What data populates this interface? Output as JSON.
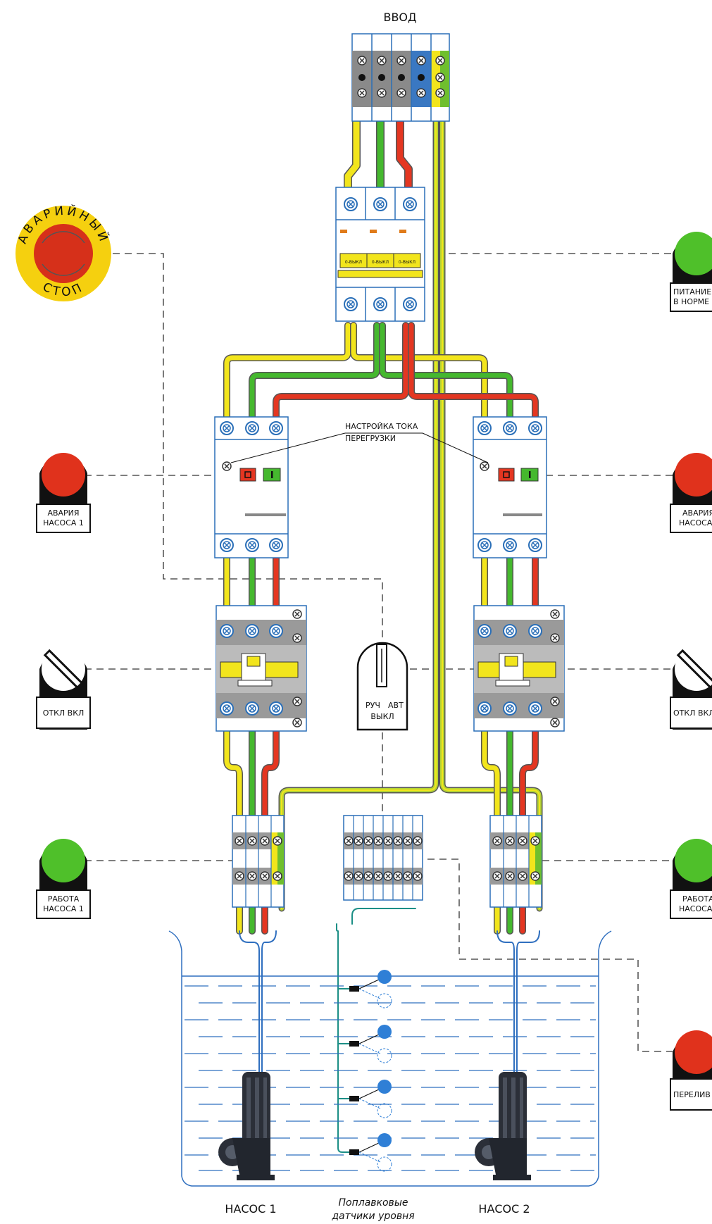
{
  "title": "ВВОД",
  "emergency_stop": {
    "text_top": "АВАРИЙНЫЙ",
    "text_bottom": "СТОП"
  },
  "overload_setting": {
    "line1": "НАСТРОЙКА ТОКА",
    "line2": "ПЕРЕГРУЗКИ"
  },
  "breaker_labels": [
    "0-ВЫКЛ",
    "0-ВЫКЛ",
    "0-ВЫКЛ"
  ],
  "indicators": {
    "power_ok": {
      "line1": "ПИТАНИЕ",
      "line2": "В НОРМЕ",
      "color": "#4fc02a"
    },
    "fault_pump1": {
      "line1": "АВАРИЯ",
      "line2": "НАСОСА 1",
      "color": "#e0321c"
    },
    "fault_pump2": {
      "line1": "АВАРИЯ",
      "line2": "НАСОСА",
      "color": "#e0321c"
    },
    "run_pump1": {
      "line1": "РАБОТА",
      "line2": "НАСОСА 1",
      "color": "#4fc02a"
    },
    "run_pump2": {
      "line1": "РАБОТА",
      "line2": "НАСОСА",
      "color": "#4fc02a"
    },
    "overflow": {
      "line1": "ПЕРЕЛИВ",
      "color": "#e0321c"
    }
  },
  "switches": {
    "left": {
      "label": "ОТКЛ  ВКЛ"
    },
    "right": {
      "label": "ОТКЛ  ВКЛ"
    },
    "mode": {
      "left": "РУЧ",
      "right": "АВТ",
      "bottom": "ВЫКЛ"
    }
  },
  "bottom_labels": {
    "pump1": "НАСОС 1",
    "pump2": "НАСОС 2",
    "floats_line1": "Поплавковые",
    "floats_line2": "датчики уровня"
  },
  "colors": {
    "phase_yellow": "#f2e51c",
    "phase_green": "#45b82e",
    "phase_red": "#e43621",
    "neutral_blue": "#3a78c2",
    "ground": "#9fcf32",
    "water": "#2f6fbf",
    "float": "#2f7fd6"
  }
}
